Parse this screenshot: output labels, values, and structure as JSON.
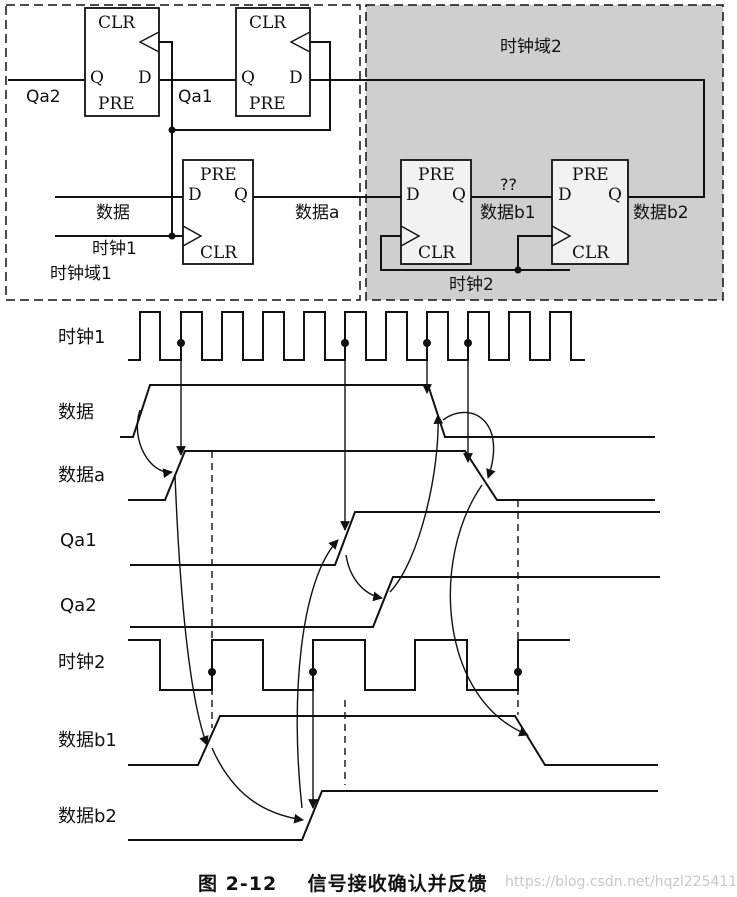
{
  "circuit": {
    "domain1_label": "时钟域1",
    "domain2_label": "时钟域2",
    "clk1_label": "时钟1",
    "clk2_label": "时钟2",
    "data_label": "数据",
    "data_a_label": "数据a",
    "data_b1_label": "数据b1",
    "data_b2_label": "数据b2",
    "qa1_label": "Qa1",
    "qa2_label": "Qa2",
    "unknown_label": "??",
    "ff_pins": {
      "clr": "CLR",
      "pre": "PRE",
      "d": "D",
      "q": "Q"
    },
    "domain2_fill": "#cfcfcf"
  },
  "timing": {
    "signals": [
      "时钟1",
      "数据",
      "数据a",
      "Qa1",
      "Qa2",
      "时钟2",
      "数据b1",
      "数据b2"
    ]
  },
  "caption": {
    "figure": "图 2-12",
    "title": "信号接收确认并反馈",
    "watermark": "https://blog.csdn.net/hqzl225411"
  }
}
